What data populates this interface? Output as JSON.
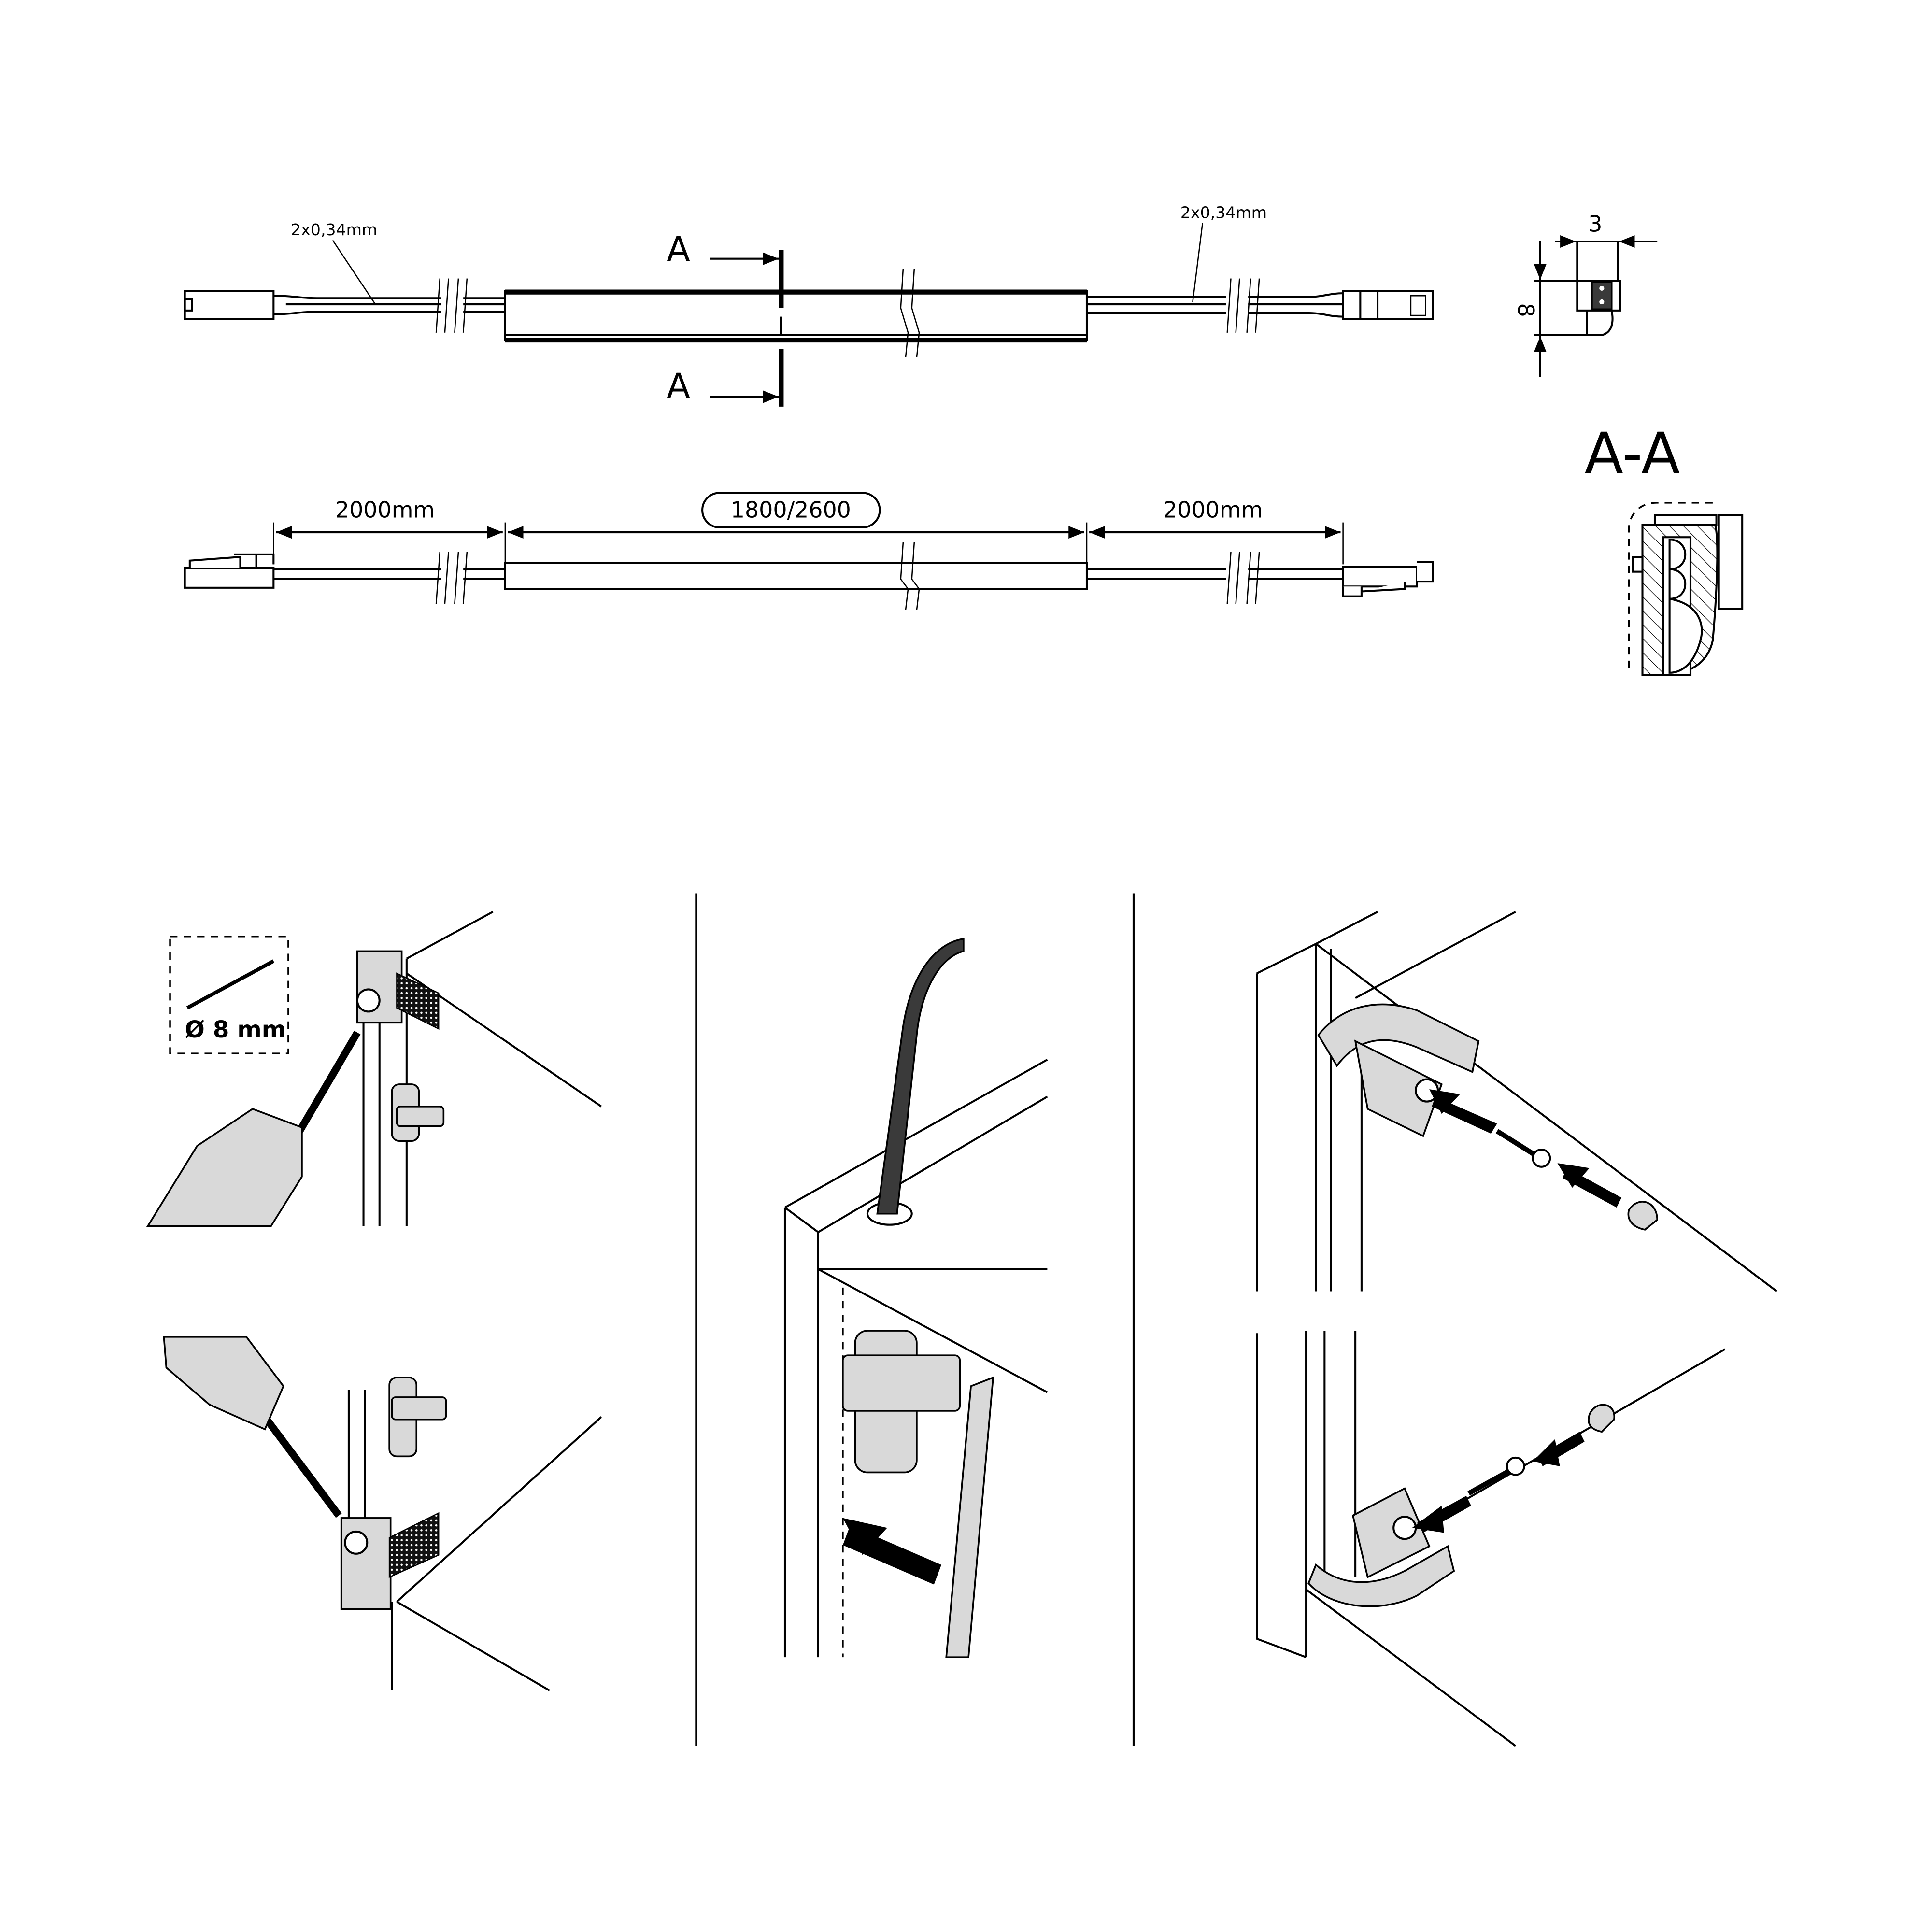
{
  "top_view": {
    "wire_label_left": "2x0,34mm",
    "wire_label_right": "2x0,34mm",
    "section_mark_top": "A",
    "section_mark_bottom": "A"
  },
  "profile_view": {
    "width_dim": "3",
    "height_dim": "8"
  },
  "section_view": {
    "title": "A-A"
  },
  "length_view": {
    "cable_left_length": "2000mm",
    "strip_length": "1800/2600",
    "cable_right_length": "2000mm"
  },
  "install_step_1": {
    "drill_bit_size": "Ø 8 mm"
  }
}
